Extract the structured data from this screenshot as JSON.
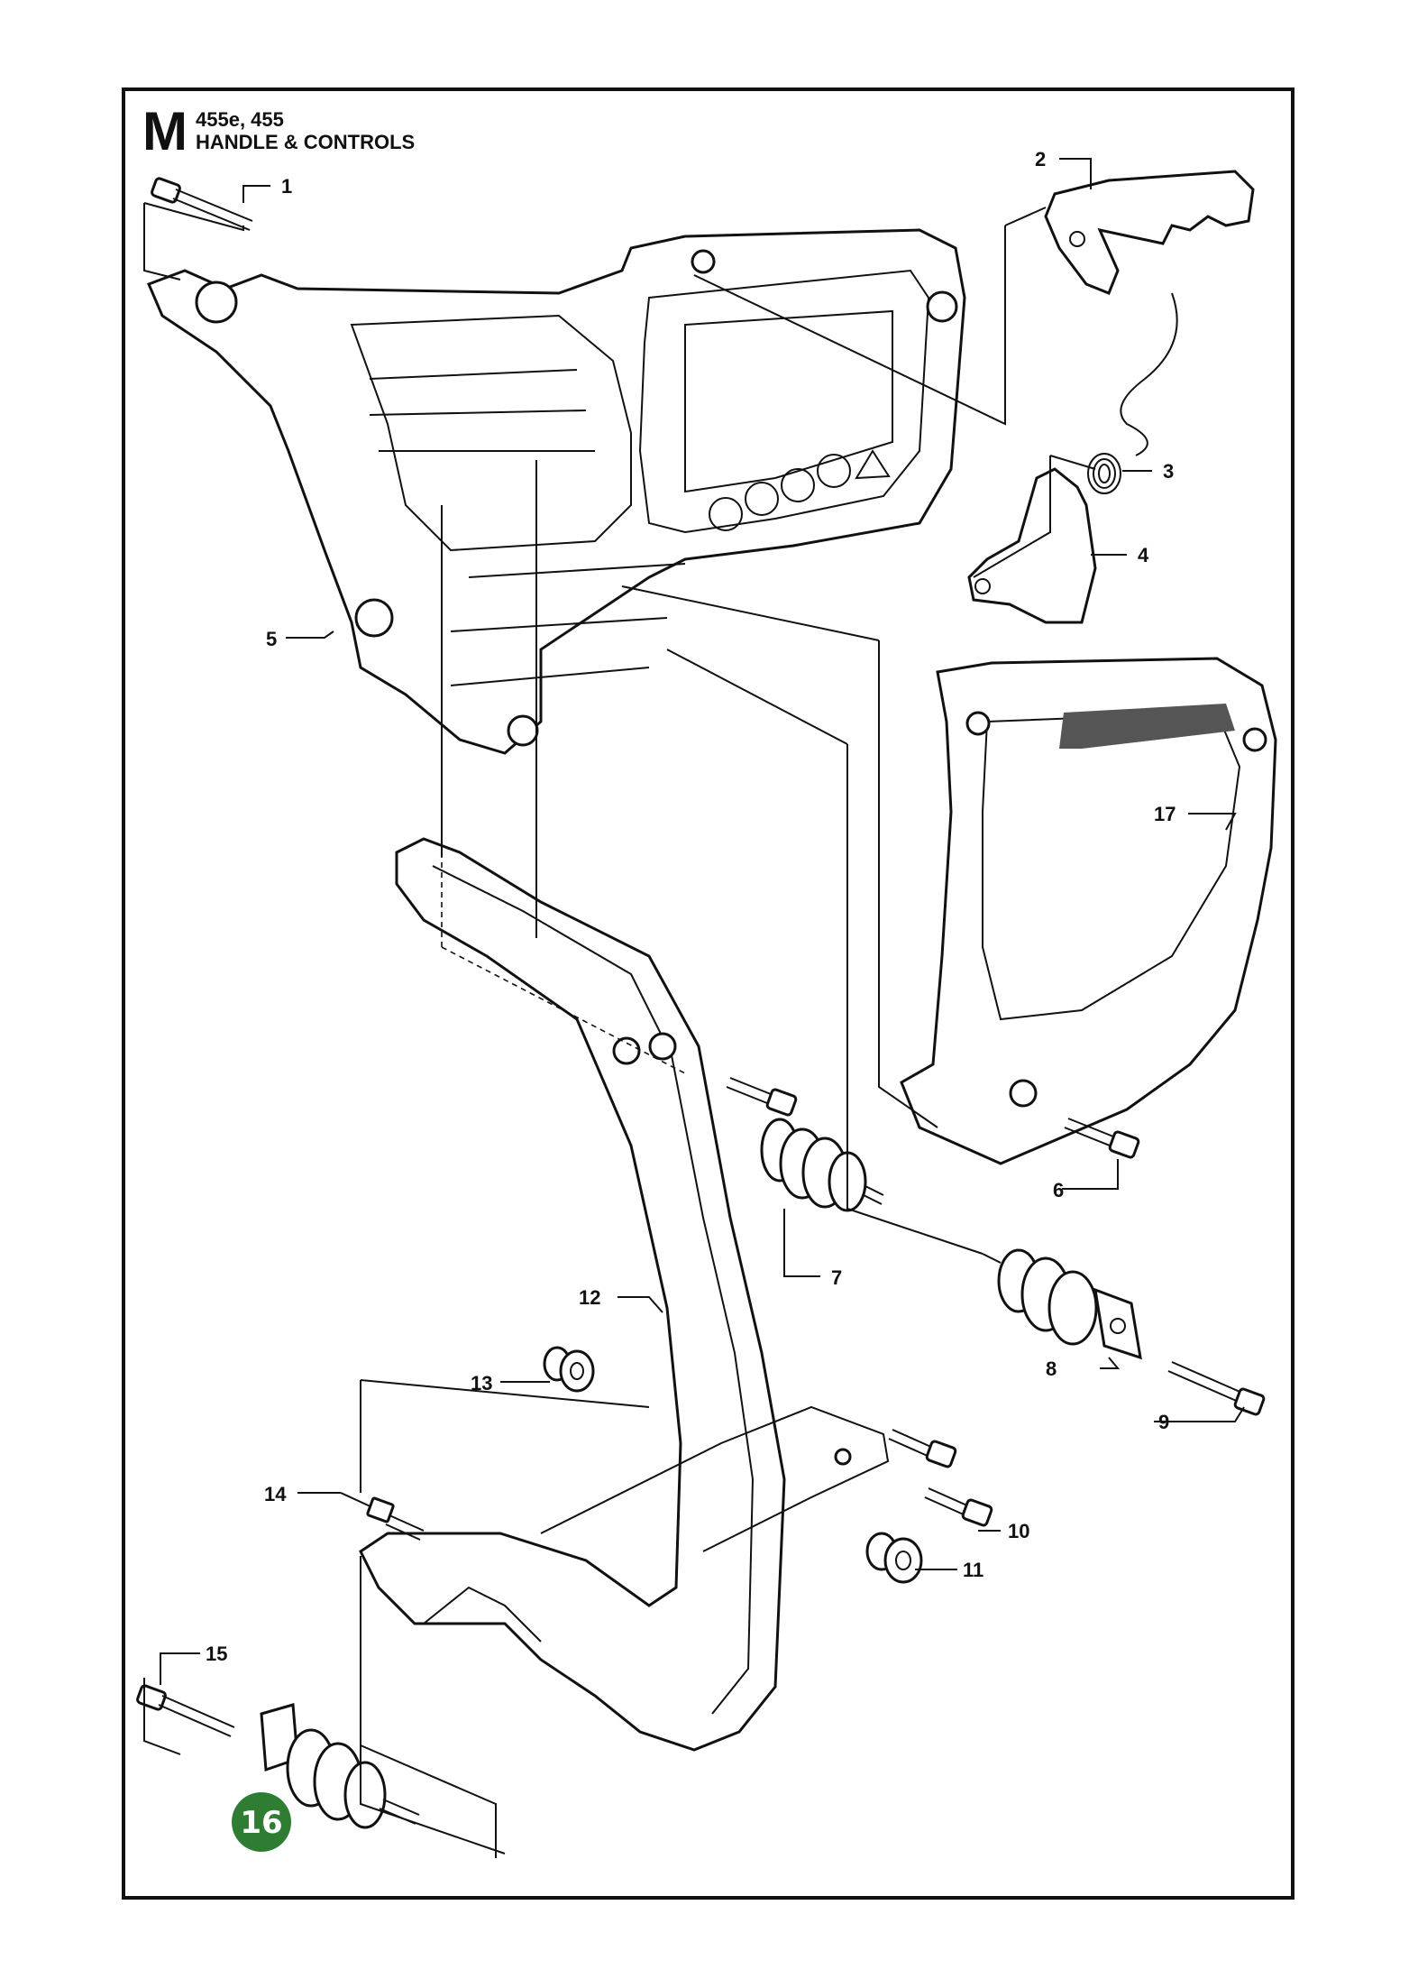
{
  "header": {
    "section_letter": "M",
    "models": "455e, 455",
    "title": "HANDLE & CONTROLS"
  },
  "colors": {
    "line": "#111111",
    "highlight_badge": "#2e7d32"
  },
  "parts": [
    {
      "number": "1"
    },
    {
      "number": "2"
    },
    {
      "number": "3"
    },
    {
      "number": "4"
    },
    {
      "number": "5"
    },
    {
      "number": "6"
    },
    {
      "number": "7"
    },
    {
      "number": "8"
    },
    {
      "number": "9"
    },
    {
      "number": "10"
    },
    {
      "number": "11"
    },
    {
      "number": "12"
    },
    {
      "number": "13"
    },
    {
      "number": "14"
    },
    {
      "number": "15"
    },
    {
      "number": "16",
      "highlighted": true
    },
    {
      "number": "17"
    }
  ]
}
